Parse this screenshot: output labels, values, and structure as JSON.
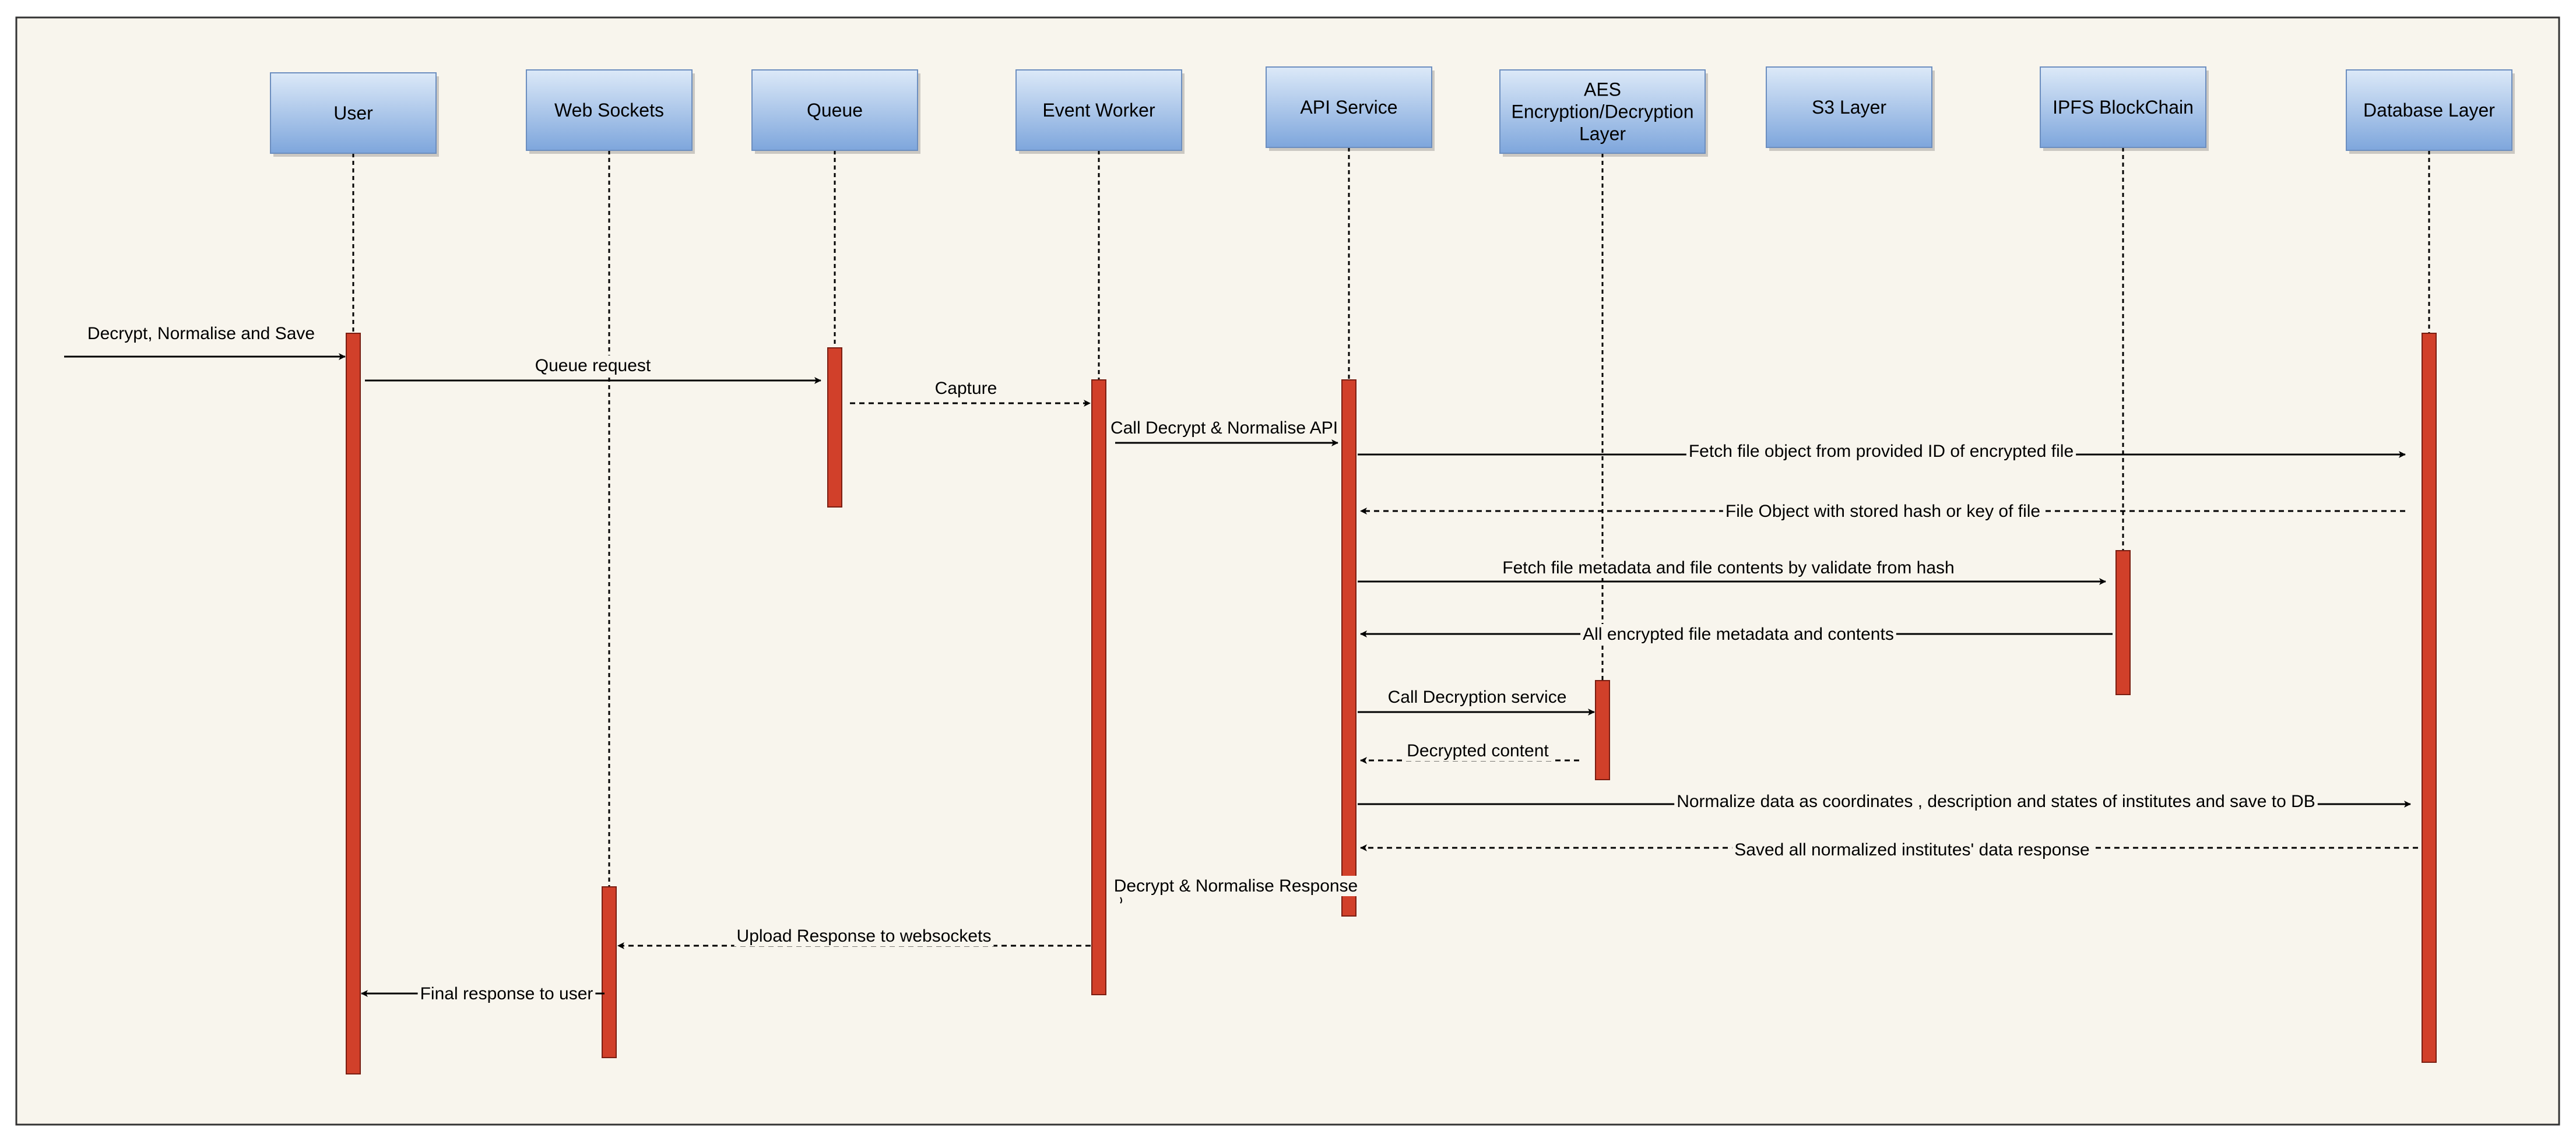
{
  "participants": [
    {
      "id": "user",
      "label": [
        "User"
      ]
    },
    {
      "id": "websockets",
      "label": [
        "Web Sockets"
      ]
    },
    {
      "id": "queue",
      "label": [
        "Queue"
      ]
    },
    {
      "id": "eventworker",
      "label": [
        "Event Worker"
      ]
    },
    {
      "id": "api",
      "label": [
        "API Service"
      ]
    },
    {
      "id": "aes",
      "label": [
        "AES",
        "Encryption/Decryption",
        "Layer"
      ]
    },
    {
      "id": "s3",
      "label": [
        "S3 Layer"
      ]
    },
    {
      "id": "ipfs",
      "label": [
        "IPFS BlockChain"
      ]
    },
    {
      "id": "db",
      "label": [
        "Database Layer"
      ]
    }
  ],
  "messages": [
    {
      "from": "external",
      "to": "user",
      "label": "Decrypt, Normalise and Save",
      "style": "solid"
    },
    {
      "from": "user",
      "to": "queue",
      "label": "Queue request",
      "style": "solid"
    },
    {
      "from": "queue",
      "to": "eventworker",
      "label": "Capture",
      "style": "dashed"
    },
    {
      "from": "eventworker",
      "to": "api",
      "label": "Call Decrypt & Normalise API",
      "style": "solid"
    },
    {
      "from": "api",
      "to": "db",
      "label": "Fetch file object from provided ID of encrypted file",
      "style": "solid"
    },
    {
      "from": "db",
      "to": "api",
      "label": "File Object with stored hash or key of file",
      "style": "dashed"
    },
    {
      "from": "api",
      "to": "ipfs",
      "label": "Fetch file metadata and file contents by validate from hash",
      "style": "solid"
    },
    {
      "from": "ipfs",
      "to": "api",
      "label": "All encrypted file metadata and contents",
      "style": "solid"
    },
    {
      "from": "api",
      "to": "aes",
      "label": "Call Decryption service",
      "style": "solid"
    },
    {
      "from": "aes",
      "to": "api",
      "label": "Decrypted content",
      "style": "dashed"
    },
    {
      "from": "api",
      "to": "db",
      "label": "Normalize data as coordinates , description and states of institutes and save to DB",
      "style": "solid"
    },
    {
      "from": "db",
      "to": "api",
      "label": "Saved all normalized institutes' data response",
      "style": "dashed"
    },
    {
      "from": "api",
      "to": "eventworker",
      "label": "Decrypt & Normalise Response",
      "style": "dashed"
    },
    {
      "from": "eventworker",
      "to": "websockets",
      "label": "Upload Response to websockets",
      "style": "dashed"
    },
    {
      "from": "websockets",
      "to": "user",
      "label": "Final response to user",
      "style": "solid"
    }
  ],
  "colors": {
    "background": "#f8f5ed",
    "frame": "#333333",
    "header_top": "#dce9f8",
    "header_bottom": "#7ea6dc",
    "header_border": "#6c8ebf",
    "activation_fill": "#d1402a",
    "activation_border": "#7a1e12",
    "line": "#000000"
  }
}
